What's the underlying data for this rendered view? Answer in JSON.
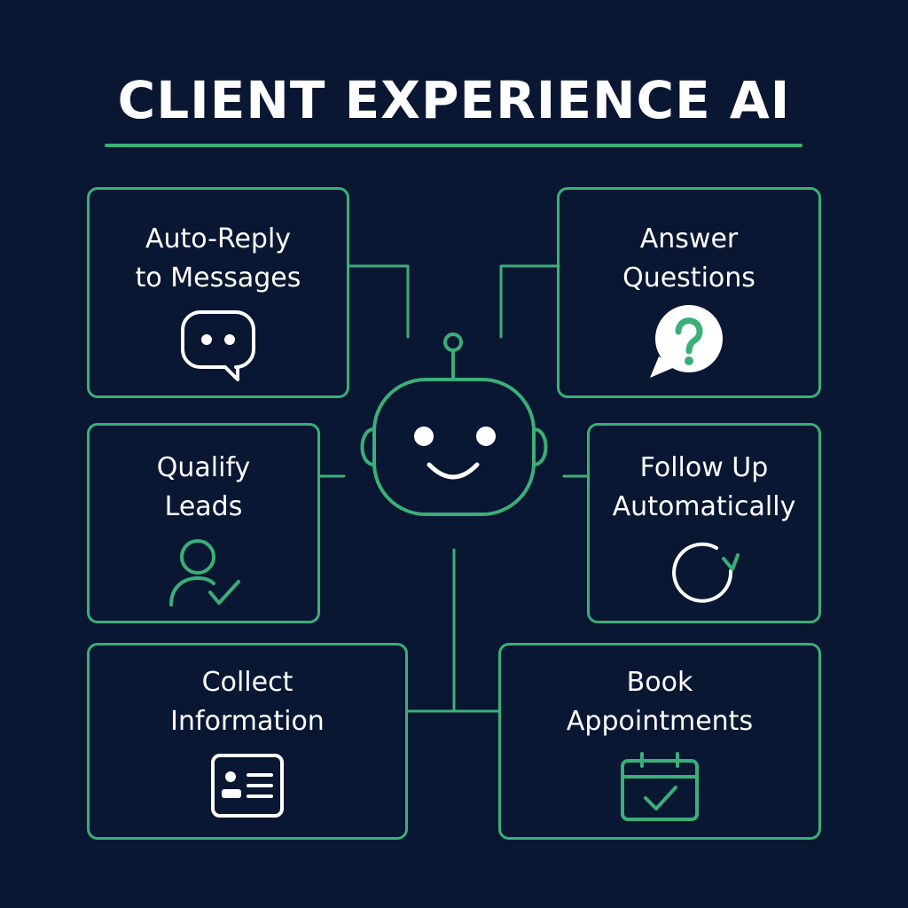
{
  "title": "CLIENT EXPERIENCE AI",
  "colors": {
    "background": "#0a1733",
    "accent": "#3aaf78",
    "text": "#ffffff"
  },
  "center": {
    "icon": "robot-head-icon"
  },
  "cards": [
    {
      "id": "auto-reply",
      "line1": "Auto-Reply",
      "line2": "to Messages",
      "icon": "chat-bubble-icon"
    },
    {
      "id": "answer-questions",
      "line1": "Answer",
      "line2": "Questions",
      "icon": "question-bubble-icon"
    },
    {
      "id": "qualify-leads",
      "line1": "Qualify",
      "line2": "Leads",
      "icon": "user-check-icon"
    },
    {
      "id": "follow-up",
      "line1": "Follow Up",
      "line2": "Automatically",
      "icon": "refresh-icon"
    },
    {
      "id": "collect-information",
      "line1": "Collect",
      "line2": "Information",
      "icon": "id-card-icon"
    },
    {
      "id": "book-appointments",
      "line1": "Book",
      "line2": "Appointments",
      "icon": "calendar-check-icon"
    }
  ]
}
